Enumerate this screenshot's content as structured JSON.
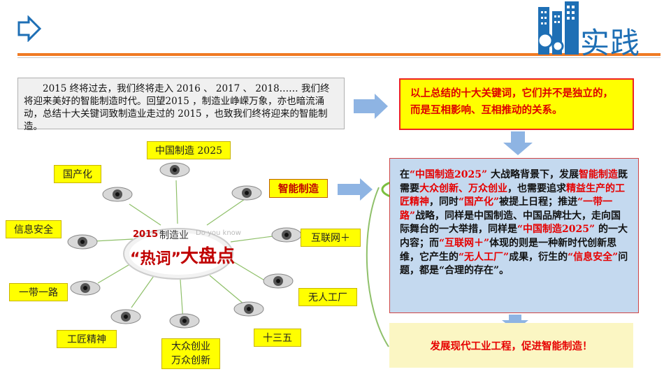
{
  "header": {
    "logo_text": "实践"
  },
  "intro": {
    "text": "2015 终将过去，我们终将走入 2016 、 2017 、 2018…… 我们终将迎来美好的智能制造时代。回望2015 ，制造业峥嵘万象，亦也暗流涌动，总结十大关键词致制造业走过的 2015 ，也致我们终将迎来的智能制造。"
  },
  "right_top": {
    "text": "以上总结的十大关键词，它们并不是独立的，而是互相影响、互相推动的关系。"
  },
  "center_badge": {
    "year": "2015",
    "industry": "制造业",
    "hot": "“热词”",
    "title": "大盘点",
    "english": "Do you know"
  },
  "smart_label": "智能制造",
  "keywords": {
    "k1": "中国制造 2025",
    "k2": "国产化",
    "k3": "信息安全",
    "k4": "一带一路",
    "k5": "工匠精神",
    "k6a": "大众创业",
    "k6b": "万众创新",
    "k7": "十三五",
    "k8": "无人工厂",
    "k9": "互联网＋"
  },
  "blue_box": {
    "p1": "在",
    "p2": "“中国制造2025”",
    "p3": " 大战略背景下，发展",
    "p4": "智能制造",
    "p5": "既需要",
    "p6": "大众创新、万众创业",
    "p7": "，也需要追求",
    "p8": "精益生产的工匠精神",
    "p9": "，同时",
    "p10": "“国产化”",
    "p11": "被提上日程；推进",
    "p12": "“一带一路”",
    "p13": "战略，同样是中国制造、中国品牌壮大，走向国际舞台的一大举措，同样是",
    "p14": "“中国制造2025”",
    "p15": " 的一大内容；而",
    "p16": "“互联网＋”",
    "p17": "体现的则是一种新时代创新思维，它产生的",
    "p18": "“无人工厂”",
    "p19": "成果，衍生的",
    "p20": "“信息安全”",
    "p21": "问题，都是“合理的存在”。"
  },
  "bottom": {
    "text": "发展现代工业工程，促进智能制造！"
  },
  "colors": {
    "accent_orange": "#f07a23",
    "logo_blue": "#1e6fb5",
    "highlight_red": "#e60000",
    "keyword_yellow": "#ffff00",
    "panel_blue": "#c4d9ef"
  }
}
